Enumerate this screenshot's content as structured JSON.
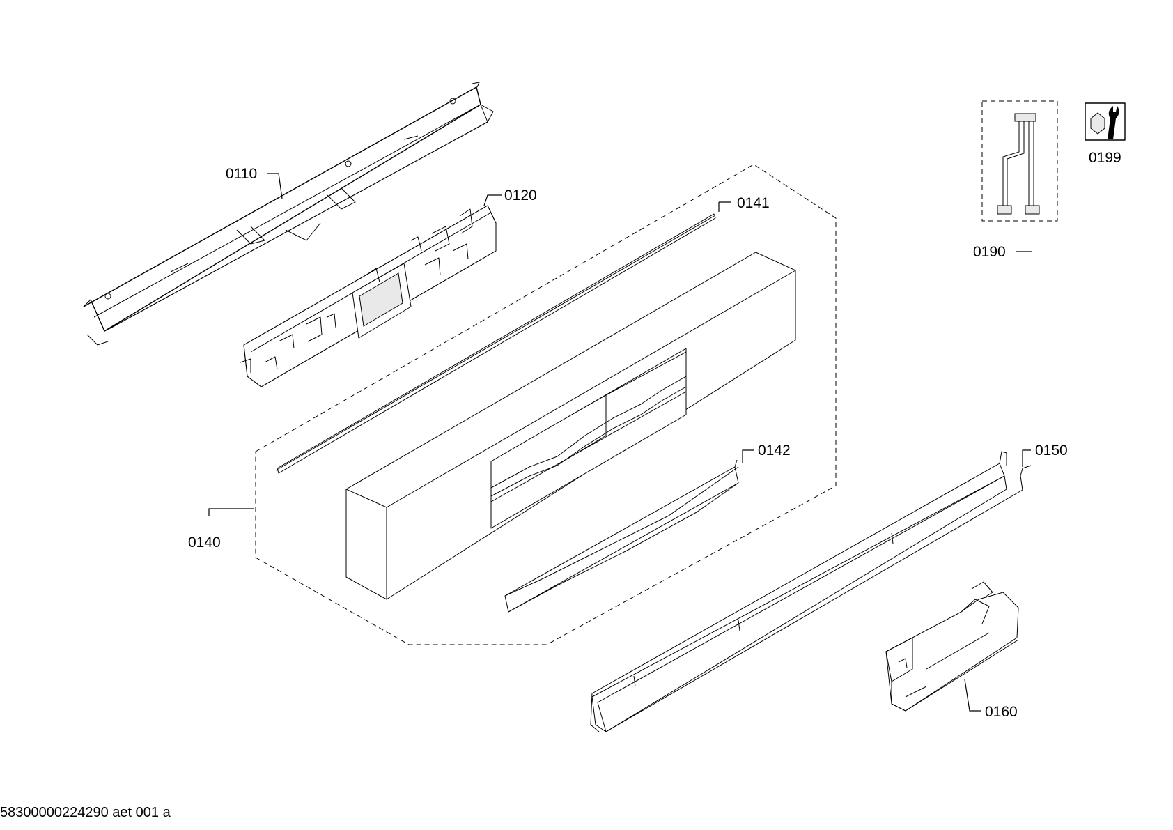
{
  "parts": [
    {
      "id": "p0110",
      "label": "0110"
    },
    {
      "id": "p0120",
      "label": "0120"
    },
    {
      "id": "p0141",
      "label": "0141"
    },
    {
      "id": "p0142",
      "label": "0142"
    },
    {
      "id": "p0140",
      "label": "0140"
    },
    {
      "id": "p0150",
      "label": "0150"
    },
    {
      "id": "p0160",
      "label": "0160"
    },
    {
      "id": "p0190",
      "label": "0190"
    },
    {
      "id": "p0199",
      "label": "0199"
    }
  ],
  "document_id": "58300000224290 aet 001 a",
  "icons": {
    "service_tool": "wrench-nut-icon",
    "cable_harness": "cable-harness-icon"
  }
}
